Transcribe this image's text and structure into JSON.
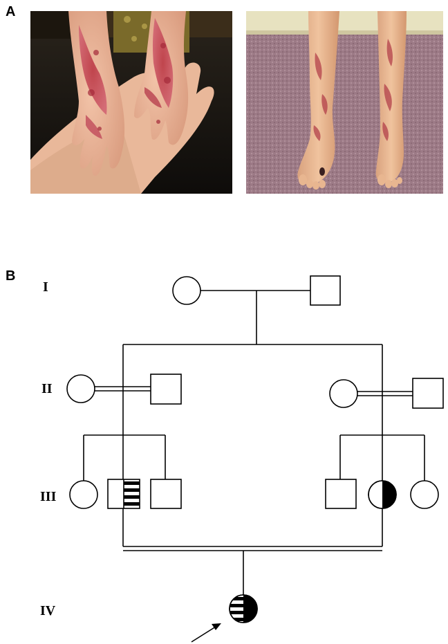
{
  "figure": {
    "panel_a_label": "A",
    "panel_b_label": "B"
  },
  "photos": {
    "hands": {
      "icon": "hands-skin-lesions-photo"
    },
    "feet": {
      "icon": "feet-skin-lesions-photo"
    }
  },
  "pedigree": {
    "generations": [
      "I",
      "II",
      "III",
      "IV"
    ],
    "proband_marker": "arrow-icon",
    "colors": {
      "line": "#000000",
      "fill": "#000000",
      "background": "#ffffff"
    }
  }
}
